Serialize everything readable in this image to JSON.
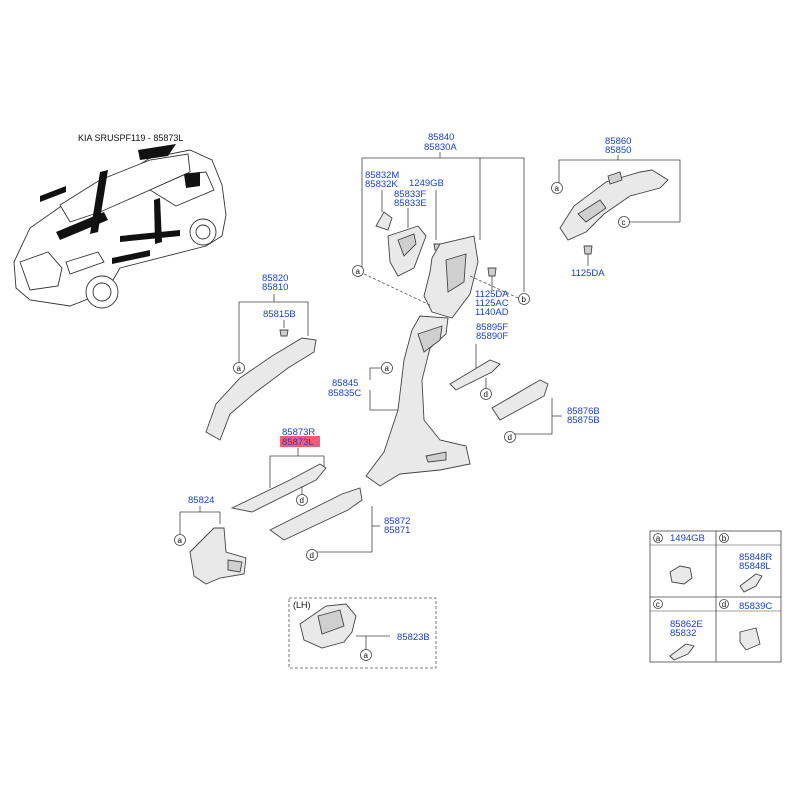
{
  "header": {
    "title": "KIA SRUSPF119 - 85873L"
  },
  "labels": {
    "l85840": "85840",
    "l85830A": "85830A",
    "l85832M": "85832M",
    "l85832K": "85832K",
    "l1249GB": "1249GB",
    "l85833F": "85833F",
    "l85833E": "85833E",
    "l1125DA_b": "1125DA",
    "l1125AC": "1125AC",
    "l1140AD": "1140AD",
    "l85860": "85860",
    "l85850": "85850",
    "l1125DA_a": "1125DA",
    "l85820": "85820",
    "l85810": "85810",
    "l85815B": "85815B",
    "l85895F": "85895F",
    "l85890F": "85890F",
    "l85845": "85845",
    "l85835C": "85835C",
    "l85876B": "85876B",
    "l85875B": "85875B",
    "l85873R": "85873R",
    "l85873L": "85873L",
    "l85824": "85824",
    "l85872": "85872",
    "l85871": "85871",
    "lLH": "(LH)",
    "l85823B": "85823B"
  },
  "legend": {
    "a": {
      "letter": "a",
      "part": "1494GB"
    },
    "b": {
      "letter": "b",
      "part1": "85848R",
      "part2": "85848L"
    },
    "c": {
      "letter": "c",
      "part1": "85862E",
      "part2": "85832"
    },
    "d": {
      "letter": "d",
      "part": "85839C"
    }
  },
  "callouts": {
    "a": "a",
    "b": "b",
    "c": "c",
    "d": "d"
  },
  "colors": {
    "label": "#1a3fcf",
    "highlight": "#ff5a6e",
    "line": "#444444"
  }
}
